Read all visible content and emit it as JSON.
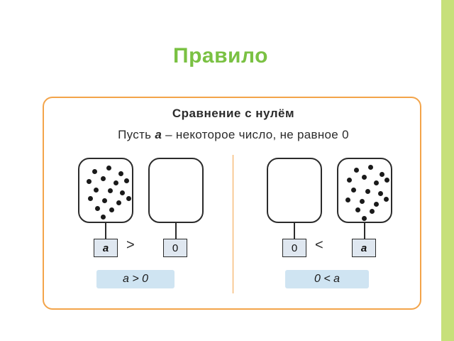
{
  "page": {
    "title": "Правило",
    "title_color": "#7ac143",
    "accent_border": "#f3a44a",
    "side_bar_color": "#c7e07a"
  },
  "card": {
    "title": "Сравнение с нулём",
    "statement_before": "Пусть ",
    "statement_var": "a",
    "statement_after": " – некоторое число, не равное 0"
  },
  "left": {
    "box_a_label": "a",
    "box_zero_label": "0",
    "relation": ">",
    "result": "a > 0",
    "dots_count": 17,
    "dots": [
      [
        18,
        14
      ],
      [
        38,
        9
      ],
      [
        55,
        17
      ],
      [
        10,
        28
      ],
      [
        30,
        24
      ],
      [
        48,
        30
      ],
      [
        63,
        27
      ],
      [
        20,
        40
      ],
      [
        40,
        41
      ],
      [
        57,
        44
      ],
      [
        12,
        52
      ],
      [
        32,
        55
      ],
      [
        52,
        58
      ],
      [
        66,
        52
      ],
      [
        22,
        66
      ],
      [
        42,
        68
      ],
      [
        30,
        78
      ]
    ]
  },
  "right": {
    "box_zero_label": "0",
    "box_a_label": "a",
    "relation": "<",
    "result": "0 < a",
    "dots_count": 17,
    "dots": [
      [
        22,
        12
      ],
      [
        42,
        8
      ],
      [
        58,
        18
      ],
      [
        12,
        26
      ],
      [
        33,
        22
      ],
      [
        50,
        30
      ],
      [
        65,
        26
      ],
      [
        18,
        40
      ],
      [
        38,
        42
      ],
      [
        56,
        45
      ],
      [
        10,
        54
      ],
      [
        30,
        56
      ],
      [
        50,
        60
      ],
      [
        64,
        53
      ],
      [
        24,
        68
      ],
      [
        44,
        70
      ],
      [
        33,
        80
      ]
    ]
  }
}
